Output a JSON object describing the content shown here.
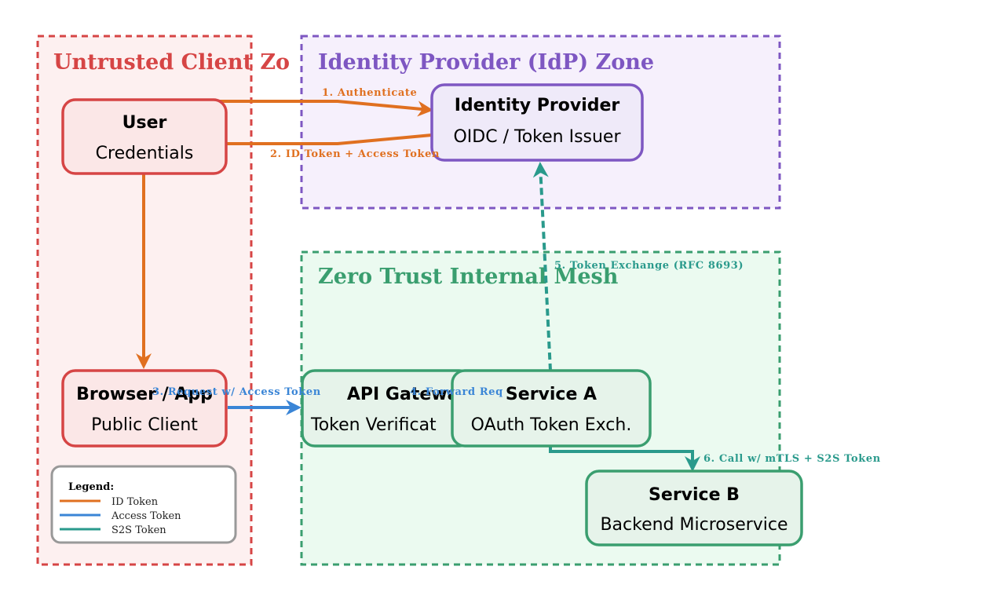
{
  "colors": {
    "untrusted": "#d64545",
    "idp": "#7e57c2",
    "mesh": "#3a9e6f",
    "id_token": "#e07020",
    "access_token": "#3a85d6",
    "s2s_token": "#2a9a8c",
    "legend_border": "#999999"
  },
  "zones": {
    "untrusted": {
      "title": "Untrusted Client Zo"
    },
    "idp": {
      "title": "Identity Provider (IdP) Zone"
    },
    "mesh": {
      "title": "Zero Trust Internal Mesh"
    }
  },
  "nodes": {
    "user": {
      "title": "User",
      "subtitle": "Credentials"
    },
    "idp": {
      "title": "Identity Provider",
      "subtitle": "OIDC / Token Issuer"
    },
    "browser": {
      "title": "Browser / App",
      "subtitle": "Public Client"
    },
    "gateway": {
      "title": "API Gateway",
      "subtitle": "Token Verificat"
    },
    "service_a": {
      "title": "Service A",
      "subtitle": "OAuth Token Exch."
    },
    "service_b": {
      "title": "Service B",
      "subtitle": "Backend Microservice"
    }
  },
  "edges": {
    "authenticate": "1. Authenticate",
    "tokens": "2. ID Token + Access Token",
    "request": "3. Request w/ Access Token",
    "forward": "4. Forward Req",
    "exchange": "5. Token Exchange (RFC 8693)",
    "call": "6. Call w/ mTLS + S2S Token"
  },
  "legend": {
    "title": "Legend:",
    "items": [
      "ID Token",
      "Access Token",
      "S2S Token"
    ]
  }
}
